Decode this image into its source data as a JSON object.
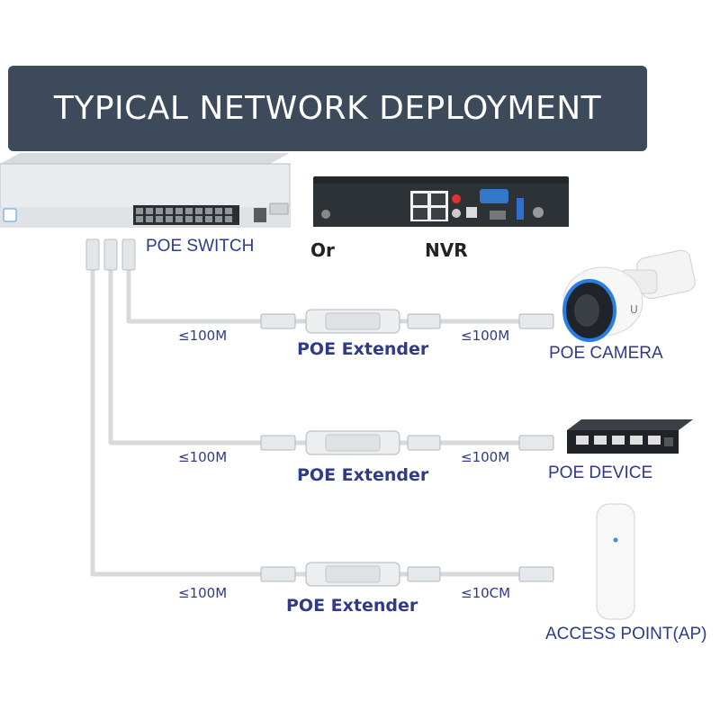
{
  "title": "TYPICAL NETWORK DEPLOYMENT",
  "labels": {
    "switch": "POE SWITCH",
    "or": "Or",
    "nvr": "NVR",
    "camera": "POE CAMERA",
    "device": "POE DEVICE",
    "ap": "ACCESS POINT(AP)",
    "extender": "POE Extender"
  },
  "distances": {
    "d1_left": "≤100M",
    "d1_right": "≤100M",
    "d2_left": "≤100M",
    "d2_right": "≤100M",
    "d3_left": "≤100M",
    "d3_right": "≤10CM"
  },
  "colors": {
    "banner": "#3d4a5c",
    "label_blue": "#2f3a8a",
    "cable": "#d9dde0"
  }
}
